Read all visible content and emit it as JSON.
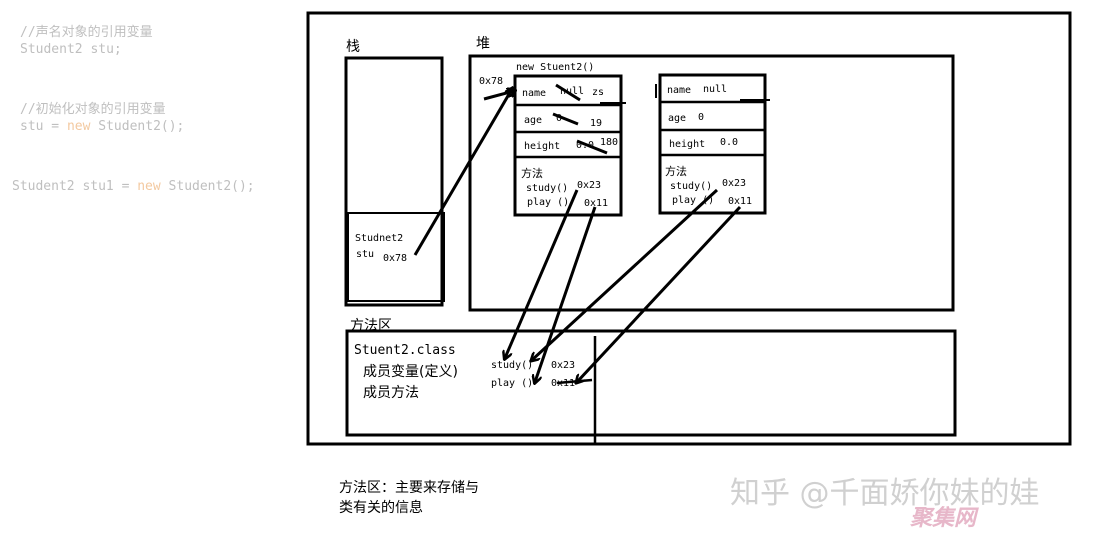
{
  "code": {
    "comment_declare": "//声名对象的引用变量",
    "line_declare_type": "Student2",
    "line_declare_var": "stu;",
    "comment_init": "//初始化对象的引用变量",
    "line_init_left": "stu = ",
    "line_init_new": "new",
    "line_init_right": " Student2();",
    "line_stu1_left": "Student2 stu1 = ",
    "line_stu1_new": "new",
    "line_stu1_right": " Student2();"
  },
  "diagram": {
    "stack_label": "栈",
    "heap_label": "堆",
    "method_area_label": "方法区",
    "stack_frame": {
      "type": "Studnet2",
      "var": "stu",
      "addr": "0x78"
    },
    "object1": {
      "title": "new Stuent2()",
      "addr": "0x78",
      "name_label": "name",
      "name_old": "null",
      "name_new": "zs",
      "age_label": "age",
      "age_old": "0",
      "age_new": "19",
      "height_label": "height",
      "height_old": "0.0",
      "height_new": "180",
      "methods_label": "方法",
      "study": "study()",
      "study_addr": "0x23",
      "play": "play ()",
      "play_addr": "0x11"
    },
    "object2": {
      "name_label": "name",
      "name_val": "null",
      "age_label": "age",
      "age_val": "0",
      "height_label": "height",
      "height_val": "0.0",
      "methods_label": "方法",
      "study": "study()",
      "study_addr": "0x23",
      "play": "play ()",
      "play_addr": "0x11"
    },
    "method_area": {
      "class_name": "Stuent2.class",
      "line1": "成员变量(定义)",
      "line2": "成员方法",
      "study": "study()",
      "study_addr": "0x23",
      "play": "play ()",
      "play_addr": "0x11"
    },
    "note_line1": "方法区：主要来存储与",
    "note_line2": "类有关的信息"
  },
  "watermark": {
    "text": "知乎 @千面娇你妹的娃",
    "badge": "聚集网"
  }
}
